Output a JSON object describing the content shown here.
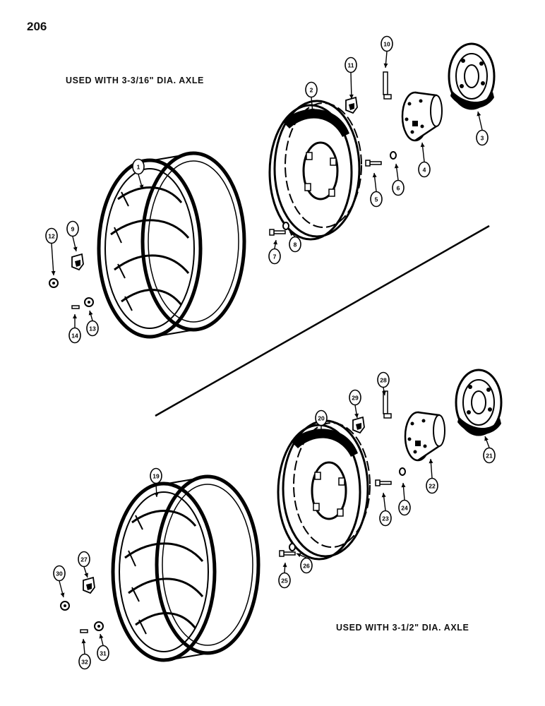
{
  "page_number": "206",
  "captions": {
    "upper": "USED WITH 3-3/16\" DIA. AXLE",
    "lower": "USED WITH 3-1/2\" DIA. AXLE"
  },
  "callouts": {
    "c1": "1",
    "c2": "2",
    "c3": "3",
    "c4": "4",
    "c5": "5",
    "c6": "6",
    "c7": "7",
    "c8": "8",
    "c9": "9",
    "c10": "10",
    "c11": "11",
    "c12": "12",
    "c13": "13",
    "c14": "14",
    "c19": "19",
    "c20": "20",
    "c21": "21",
    "c22": "22",
    "c23": "23",
    "c24": "24",
    "c25": "25",
    "c26": "26",
    "c27": "27",
    "c28": "28",
    "c29": "29",
    "c30": "30",
    "c31": "31",
    "c32": "32"
  }
}
